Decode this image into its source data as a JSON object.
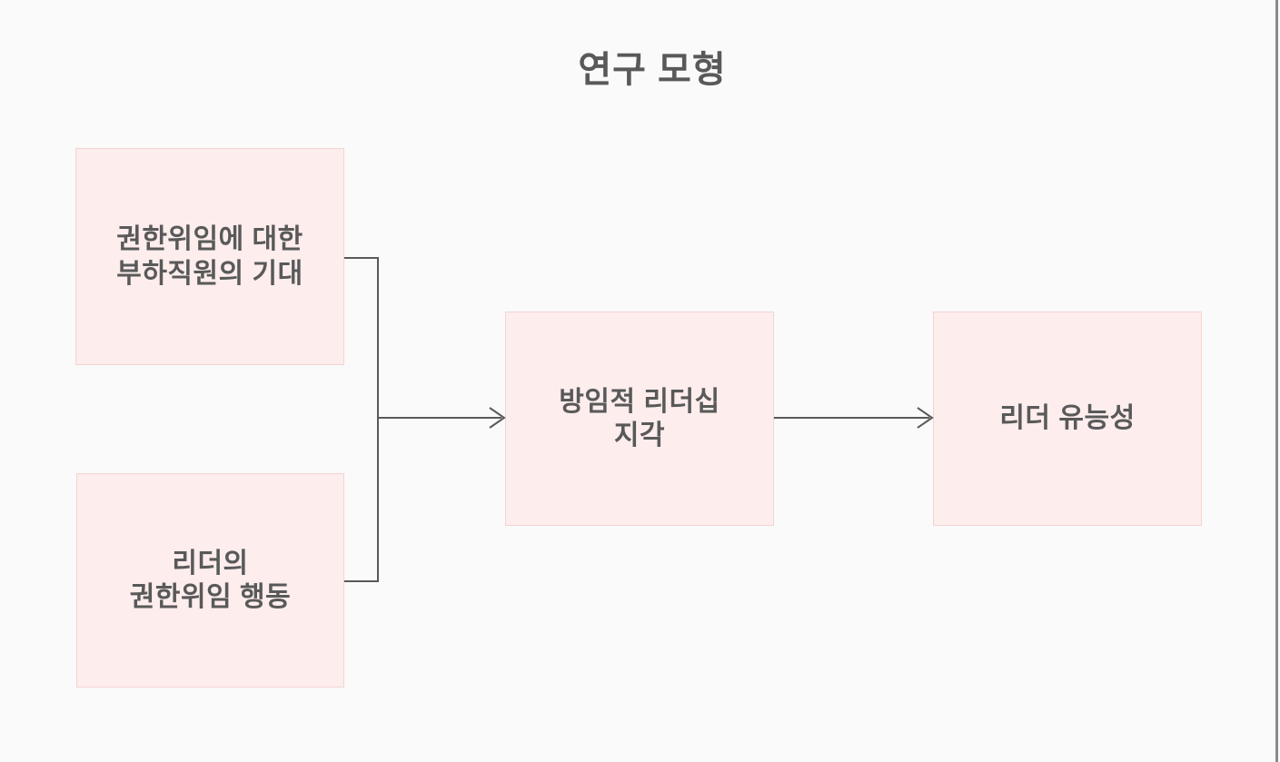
{
  "title": "연구 모형",
  "colors": {
    "background": "#fafafa",
    "box_fill": "#fdeded",
    "box_border": "#f3d4d2",
    "text": "#595959",
    "connector": "#595959",
    "edge_bar": "#8a8a8a"
  },
  "diagram": {
    "nodes": [
      {
        "id": "expectation",
        "label": "권한위임에 대한\n부하직원의 기대"
      },
      {
        "id": "leader-behavior",
        "label": "리더의\n권한위임 행동"
      },
      {
        "id": "laissez-faire-perception",
        "label": "방임적 리더십\n지각"
      },
      {
        "id": "leader-competence",
        "label": "리더 유능성"
      }
    ],
    "edges": [
      {
        "from": "expectation",
        "to": "laissez-faire-perception",
        "style": "merged-elbow-arrow"
      },
      {
        "from": "leader-behavior",
        "to": "laissez-faire-perception",
        "style": "merged-elbow-arrow"
      },
      {
        "from": "laissez-faire-perception",
        "to": "leader-competence",
        "style": "straight-arrow"
      }
    ]
  }
}
